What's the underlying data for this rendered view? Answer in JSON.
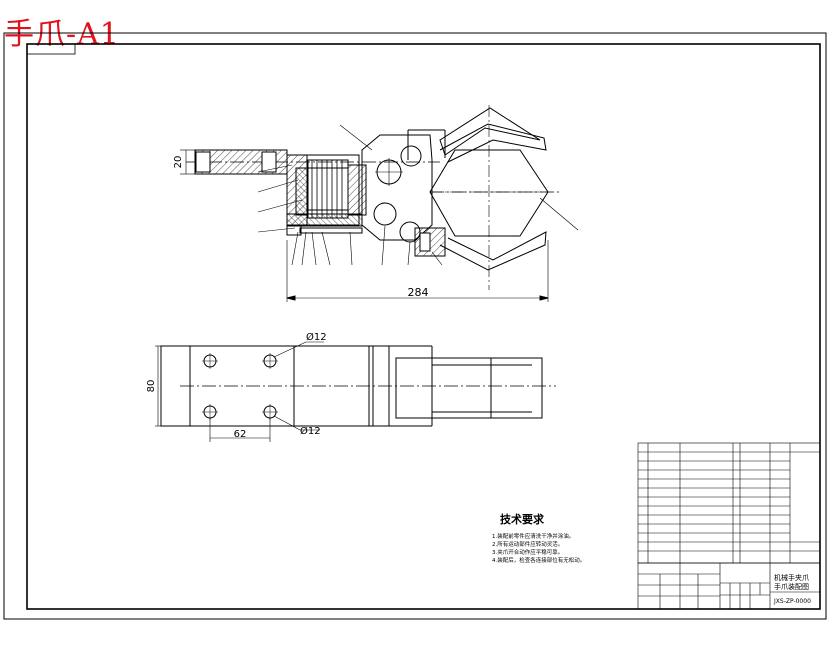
{
  "stamp_title": "手爪-A1",
  "dimensions": {
    "overall_length": "284",
    "height_left": "20",
    "plate_height": "80",
    "hole_spacing": "62",
    "hole_dia_top": "Ø12",
    "hole_dia_bottom": "Ø12"
  },
  "tech_requirements": {
    "title": "技术要求",
    "items": [
      "1.装配前零件应清洗干净并涂油。",
      "2.所有运动部件应转动灵活。",
      "3.夹爪开合动作应平稳可靠。",
      "4.装配后，检查各连接部位有无松动。"
    ]
  },
  "title_block": {
    "part_name_line1": "机械手夹爪",
    "part_name_line2": "手爪装配图",
    "drawing_no": "JXS-ZP-0000"
  },
  "colors": {
    "stamp": "#e0141e",
    "line": "#000000"
  }
}
